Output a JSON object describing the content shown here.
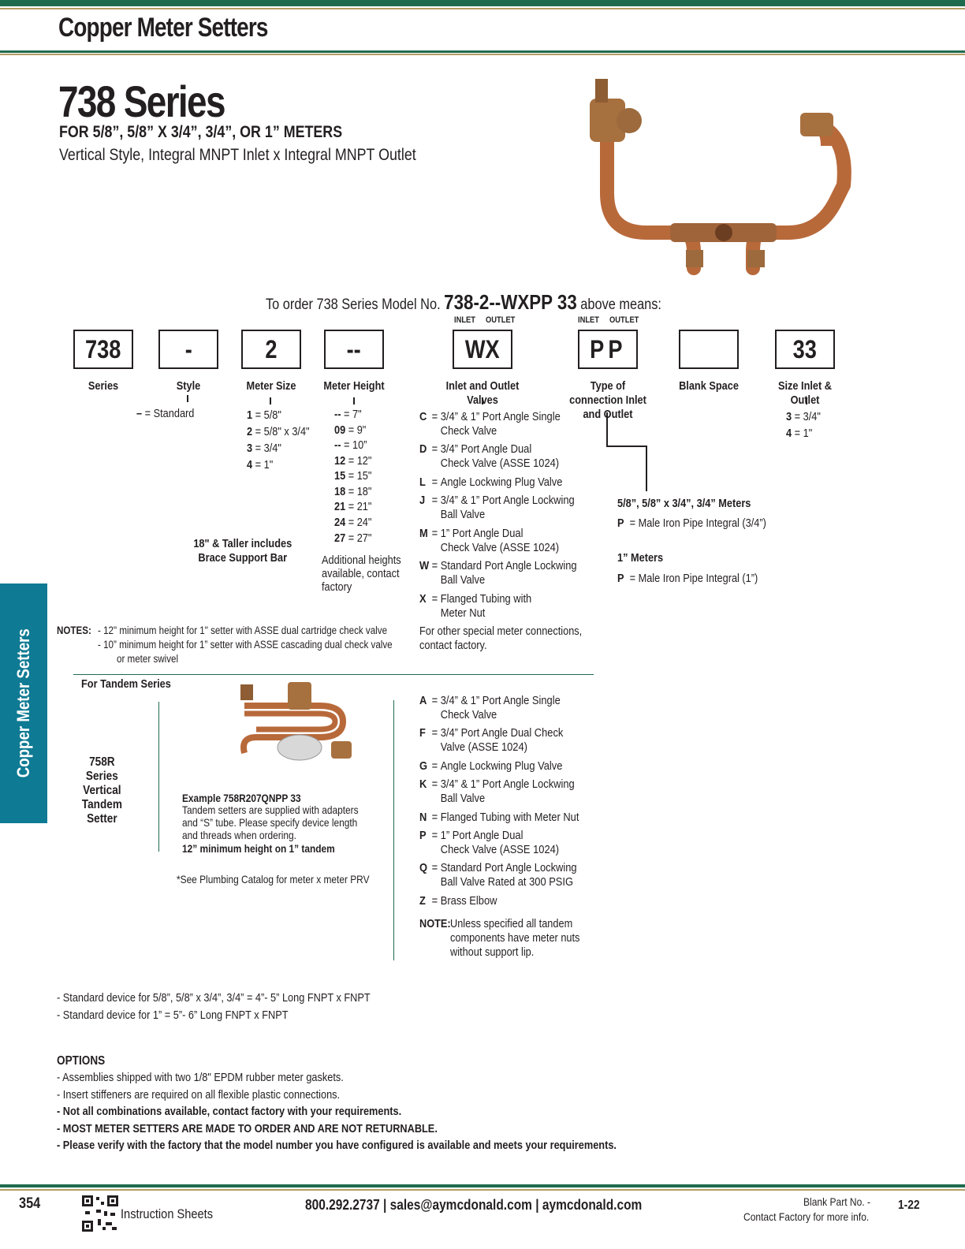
{
  "header": {
    "title": "Copper Meter Setters"
  },
  "product": {
    "series_title": "738 Series",
    "subtitle": "FOR 5/8”, 5/8” X 3/4”, 3/4”, OR 1” METERS",
    "description": "Vertical Style, Integral MNPT Inlet x Integral MNPT Outlet"
  },
  "order": {
    "prefix": "To order 738 Series Model No.",
    "model": "738-2--WXPP 33",
    "suffix": "above means:",
    "inlet": "INLET",
    "outlet": "OUTLET"
  },
  "boxes": [
    {
      "code": "738",
      "label": "Series"
    },
    {
      "code": "-",
      "label": "Style"
    },
    {
      "code": "2",
      "label": "Meter Size"
    },
    {
      "code": "--",
      "label": "Meter Height"
    },
    {
      "code": "WX",
      "label": "Inlet and Outlet Valves"
    },
    {
      "code": "PP",
      "label": "Type of connection Inlet and Outlet"
    },
    {
      "code": "",
      "label": "Blank Space"
    },
    {
      "code": "33",
      "label": "Size Inlet & Outlet"
    }
  ],
  "style_options": [
    {
      "code": "–",
      "text": "= Standard"
    }
  ],
  "meter_sizes": [
    {
      "code": "1",
      "text": "= 5/8\""
    },
    {
      "code": "2",
      "text": "= 5/8\" x 3/4\""
    },
    {
      "code": "3",
      "text": "= 3/4\""
    },
    {
      "code": "4",
      "text": "= 1\""
    }
  ],
  "meter_heights": [
    {
      "code": "--",
      "text": "= 7\""
    },
    {
      "code": "09",
      "text": "= 9\""
    },
    {
      "code": "--",
      "text": "= 10”"
    },
    {
      "code": "12",
      "text": "= 12\""
    },
    {
      "code": "15",
      "text": "= 15\""
    },
    {
      "code": "18",
      "text": "= 18\""
    },
    {
      "code": "21",
      "text": "= 21\""
    },
    {
      "code": "24",
      "text": "= 24\""
    },
    {
      "code": "27",
      "text": "= 27\""
    }
  ],
  "height_note": "Additional heights available, contact factory",
  "brace_note": "18\" & Taller includes Brace Support Bar",
  "valves": [
    {
      "code": "C",
      "line1": "3/4” & 1” Port Angle Single",
      "line2": "Check Valve"
    },
    {
      "code": "D",
      "line1": "3/4” Port Angle Dual",
      "line2": "Check Valve (ASSE 1024)"
    },
    {
      "code": "L",
      "line1": "Angle Lockwing Plug Valve",
      "line2": ""
    },
    {
      "code": "J",
      "line1": "3/4” & 1” Port Angle Lockwing",
      "line2": "Ball Valve"
    },
    {
      "code": "M",
      "line1": "1” Port Angle Dual",
      "line2": "Check Valve (ASSE 1024)"
    },
    {
      "code": "W",
      "line1": "Standard Port Angle Lockwing",
      "line2": "Ball Valve"
    },
    {
      "code": "X",
      "line1": "Flanged Tubing with",
      "line2": "Meter Nut"
    }
  ],
  "valves_note": "For other special meter connections, contact factory.",
  "connection": {
    "group1_title": "5/8”, 5/8” x 3/4”, 3/4” Meters",
    "group1_item": "= Male Iron Pipe Integral (3/4”)",
    "group2_title": "1” Meters",
    "group2_item": "= Male Iron Pipe Integral (1”)",
    "code": "P"
  },
  "sizes": [
    {
      "code": "3",
      "text": "= 3/4\""
    },
    {
      "code": "4",
      "text": "= 1\""
    }
  ],
  "notes": {
    "label": "NOTES:",
    "line1": "- 12\" minimum height for 1\" setter with ASSE dual cartridge check valve",
    "line2": "- 10” minimum height for 1” setter with ASSE cascading dual check valve",
    "line3": "or meter swivel"
  },
  "tandem": {
    "heading": "For Tandem Series",
    "name": "758R Series Vertical Tandem Setter",
    "example_title": "Example 758R207QNPP 33",
    "example_text1": "Tandem setters are supplied with adapters",
    "example_text2": "and “S” tube. Please specify device length",
    "example_text3": "and threads when ordering.",
    "example_bold": "12” minimum height on 1” tandem",
    "prv_note": "*See Plumbing Catalog for meter x meter PRV",
    "valves": [
      {
        "code": "A",
        "line1": "3/4” & 1” Port Angle Single",
        "line2": "Check Valve"
      },
      {
        "code": "F",
        "line1": "3/4” Port Angle Dual Check",
        "line2": "Valve (ASSE 1024)"
      },
      {
        "code": "G",
        "line1": "Angle Lockwing Plug Valve",
        "line2": ""
      },
      {
        "code": "K",
        "line1": "3/4” & 1” Port Angle Lockwing",
        "line2": "Ball Valve"
      },
      {
        "code": "N",
        "line1": "Flanged Tubing with Meter Nut",
        "line2": ""
      },
      {
        "code": "P",
        "line1": "1” Port Angle Dual",
        "line2": "Check Valve (ASSE 1024)"
      },
      {
        "code": "Q",
        "line1": "Standard Port Angle Lockwing",
        "line2": "Ball Valve Rated at 300 PSIG"
      },
      {
        "code": "Z",
        "line1": "Brass Elbow",
        "line2": ""
      }
    ],
    "note_label": "NOTE:",
    "note_line1": "Unless specified all tandem",
    "note_line2": "components have meter nuts",
    "note_line3": "without support lip."
  },
  "standard_devices": [
    "- Standard device for 5/8”, 5/8” x 3/4”, 3/4” = 4”- 5” Long FNPT x FNPT",
    "- Standard device for 1” = 5”- 6” Long FNPT x FNPT"
  ],
  "options": {
    "title": "OPTIONS",
    "items": [
      "- Assemblies shipped with two 1/8\" EPDM rubber meter gaskets.",
      "- Insert stiffeners are required on all flexible plastic connections."
    ],
    "bold_items": [
      "- Not all combinations available, contact factory with your requirements.",
      "- MOST METER SETTERS ARE MADE TO ORDER AND ARE NOT RETURNABLE.",
      "- Please verify with the factory that the model number you have configured is available and meets your requirements."
    ]
  },
  "side_tab": "Copper Meter Setters",
  "footer": {
    "page": "354",
    "instruction": "Instruction Sheets",
    "contact": "800.292.2737  |  sales@aymcdonald.com  |  aymcdonald.com",
    "blank_part": "Blank Part No. -",
    "contact_factory": "Contact Factory for more info.",
    "edition": "1-22"
  },
  "colors": {
    "green": "#1f6b4f",
    "tan": "#b49d63",
    "teal": "#0f7a93",
    "copper": "#b8693a"
  }
}
